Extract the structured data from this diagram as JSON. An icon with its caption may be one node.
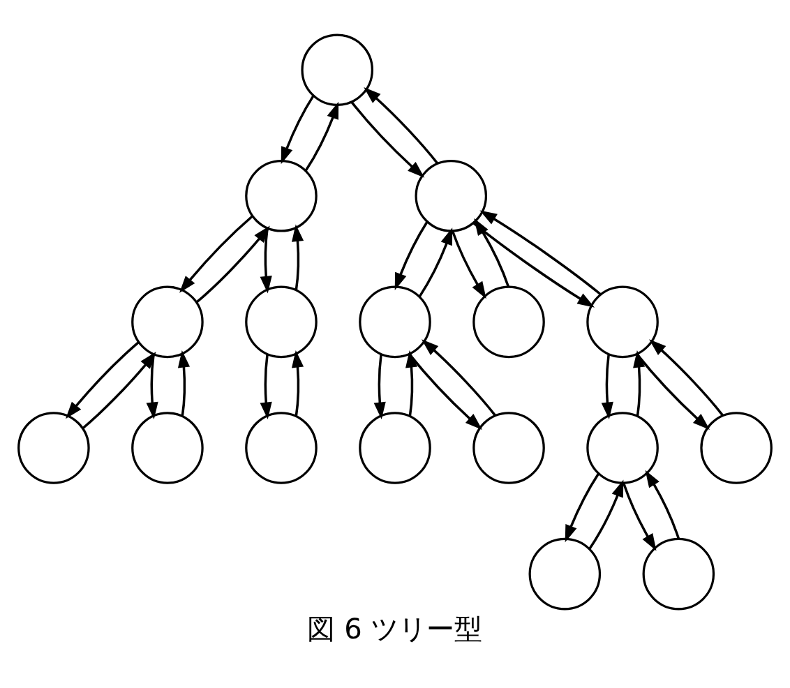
{
  "diagram": {
    "caption": "図 6 ツリー型",
    "nodes": [
      {
        "text": [],
        "shape": "circle"
      },
      {
        "text": [],
        "shape": "circle"
      },
      {
        "text": [],
        "shape": "circle"
      },
      {
        "text": [],
        "shape": "circle"
      },
      {
        "text": [],
        "shape": "circle"
      },
      {
        "text": [],
        "shape": "circle"
      },
      {
        "text": [],
        "shape": "circle"
      },
      {
        "text": [],
        "shape": "circle"
      },
      {
        "text": [],
        "shape": "circle"
      },
      {
        "text": [],
        "shape": "circle"
      },
      {
        "text": [],
        "shape": "circle"
      },
      {
        "text": [],
        "shape": "circle"
      },
      {
        "text": [],
        "shape": "circle"
      },
      {
        "text": [],
        "shape": "circle"
      },
      {
        "text": [],
        "shape": "circle"
      },
      {
        "text": [],
        "shape": "circle"
      },
      {
        "text": [],
        "shape": "circle"
      }
    ],
    "edges": [
      {
        "from": 0,
        "to": 1,
        "arrow": "to"
      },
      {
        "from": 1,
        "to": 0,
        "arrow": "to"
      },
      {
        "from": 0,
        "to": 2,
        "arrow": "to"
      },
      {
        "from": 2,
        "to": 0,
        "arrow": "to"
      },
      {
        "from": 1,
        "to": 3,
        "arrow": "to"
      },
      {
        "from": 3,
        "to": 1,
        "arrow": "to"
      },
      {
        "from": 1,
        "to": 4,
        "arrow": "to"
      },
      {
        "from": 4,
        "to": 1,
        "arrow": "to"
      },
      {
        "from": 2,
        "to": 5,
        "arrow": "to"
      },
      {
        "from": 5,
        "to": 2,
        "arrow": "to"
      },
      {
        "from": 2,
        "to": 6,
        "arrow": "to"
      },
      {
        "from": 6,
        "to": 2,
        "arrow": "to"
      },
      {
        "from": 2,
        "to": 7,
        "arrow": "to"
      },
      {
        "from": 7,
        "to": 2,
        "arrow": "to"
      },
      {
        "from": 3,
        "to": 8,
        "arrow": "to"
      },
      {
        "from": 8,
        "to": 3,
        "arrow": "to"
      },
      {
        "from": 3,
        "to": 9,
        "arrow": "to"
      },
      {
        "from": 9,
        "to": 3,
        "arrow": "to"
      },
      {
        "from": 4,
        "to": 10,
        "arrow": "to"
      },
      {
        "from": 10,
        "to": 4,
        "arrow": "to"
      },
      {
        "from": 5,
        "to": 11,
        "arrow": "to"
      },
      {
        "from": 11,
        "to": 5,
        "arrow": "to"
      },
      {
        "from": 5,
        "to": 12,
        "arrow": "to"
      },
      {
        "from": 12,
        "to": 5,
        "arrow": "to"
      },
      {
        "from": 7,
        "to": 13,
        "arrow": "to"
      },
      {
        "from": 13,
        "to": 7,
        "arrow": "to"
      },
      {
        "from": 7,
        "to": 14,
        "arrow": "to"
      },
      {
        "from": 14,
        "to": 7,
        "arrow": "to"
      },
      {
        "from": 13,
        "to": 15,
        "arrow": "to"
      },
      {
        "from": 15,
        "to": 13,
        "arrow": "to"
      },
      {
        "from": 13,
        "to": 16,
        "arrow": "to"
      },
      {
        "from": 16,
        "to": 13,
        "arrow": "to"
      }
    ]
  }
}
